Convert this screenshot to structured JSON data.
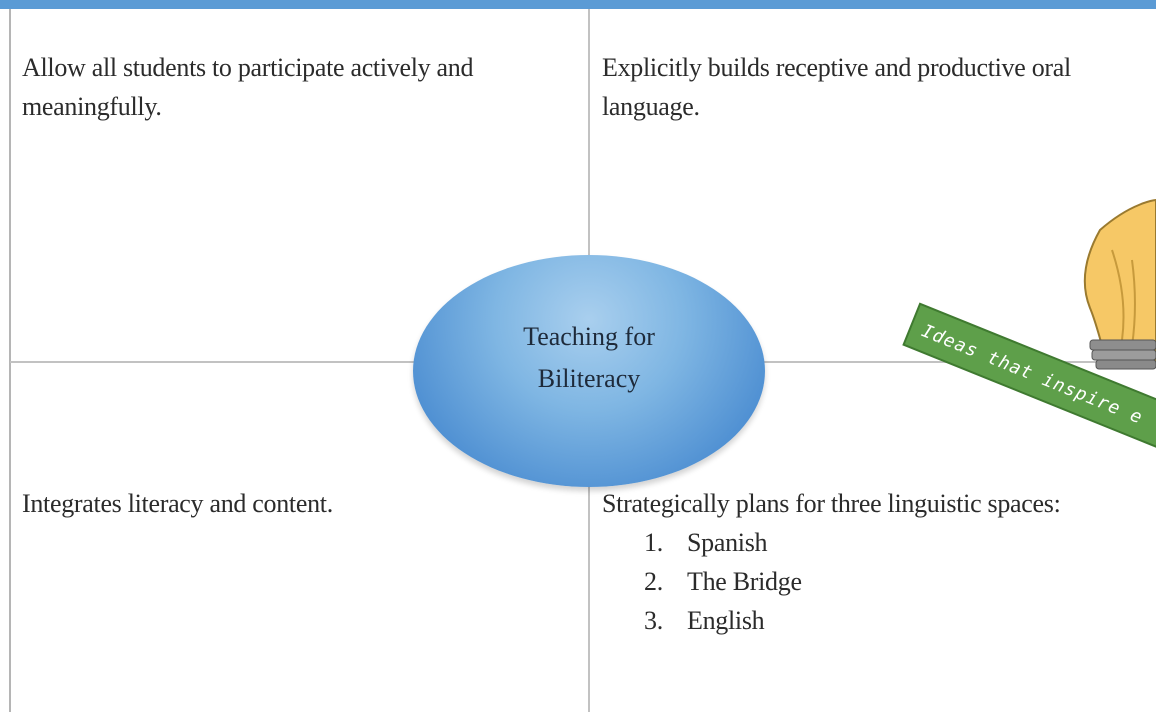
{
  "diagram": {
    "center_label_line1": "Teaching for",
    "center_label_line2": "Biliteracy",
    "top_left": "Allow all students to participate actively and meaningfully.",
    "top_right": "Explicitly builds receptive and productive oral language.",
    "bottom_left": "Integrates literacy and content.",
    "bottom_right_intro": "Strategically plans for three linguistic spaces:",
    "spaces": [
      {
        "num": "1.",
        "label": "Spanish"
      },
      {
        "num": "2.",
        "label": "The Bridge"
      },
      {
        "num": "3.",
        "label": "English"
      }
    ]
  },
  "logo": {
    "banner_text": "Ideas that inspire e",
    "icon": "lightbulb-icon",
    "banner_color": "#5e9f4a",
    "bulb_color": "#f6c866"
  },
  "colors": {
    "accent_bar": "#5b9bd5",
    "ellipse": "#5b9bd5"
  }
}
